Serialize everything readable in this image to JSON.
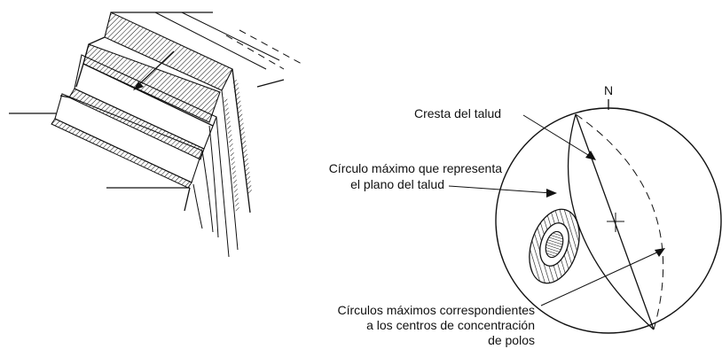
{
  "north_label": "N",
  "labels": {
    "crest": "Cresta del talud",
    "slope_plane_line1": "Círculo máximo que representa",
    "slope_plane_line2": "el plano del talud",
    "pole_circles_line1": "Círculos máximos correspondientes",
    "pole_circles_line2": "a los centros de concentración",
    "pole_circles_line3": "de polos"
  }
}
